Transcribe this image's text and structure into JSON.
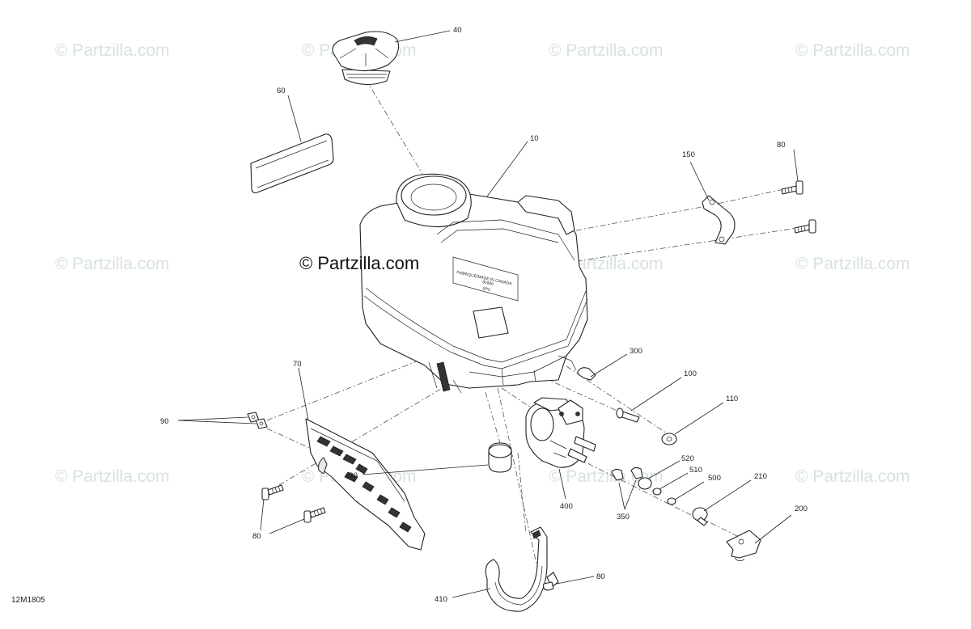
{
  "watermark_text": "© Partzilla.com",
  "drawing_code": "12M1805",
  "tank_label_line1": "FABRIQUÉ/MADE IN CANADA",
  "tank_label_line2": "81800",
  "tank_label_line3": "XPS",
  "callouts": {
    "c40": "40",
    "c60": "60",
    "c10": "10",
    "c150": "150",
    "c80a": "80",
    "c300": "300",
    "c100": "100",
    "c110": "110",
    "c70": "70",
    "c90": "90",
    "c520": "520",
    "c510": "510",
    "c500": "500",
    "c210": "210",
    "c430": "430",
    "c400": "400",
    "c350": "350",
    "c200": "200",
    "c80b": "80",
    "c410": "410",
    "c80c": "80"
  }
}
